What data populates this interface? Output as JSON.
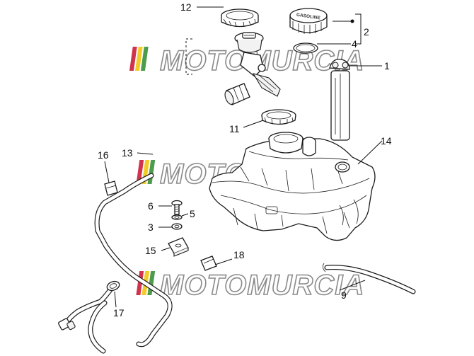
{
  "watermark": {
    "text": "MOTOMURCIA",
    "stripe_colors": [
      "#c8102e",
      "#f2c300",
      "#2e8b2e"
    ]
  },
  "cap_text": "GASOLINE",
  "callouts": [
    {
      "id": "c1",
      "label": "1"
    },
    {
      "id": "c2",
      "label": "2"
    },
    {
      "id": "c3",
      "label": "3"
    },
    {
      "id": "c4",
      "label": "4"
    },
    {
      "id": "c5",
      "label": "5"
    },
    {
      "id": "c6",
      "label": "6"
    },
    {
      "id": "c9",
      "label": "9"
    },
    {
      "id": "c11",
      "label": "11"
    },
    {
      "id": "c12",
      "label": "12"
    },
    {
      "id": "c13",
      "label": "13"
    },
    {
      "id": "c14",
      "label": "14"
    },
    {
      "id": "c15",
      "label": "15"
    },
    {
      "id": "c16",
      "label": "16"
    },
    {
      "id": "c17",
      "label": "17"
    },
    {
      "id": "c18",
      "label": "18"
    }
  ]
}
